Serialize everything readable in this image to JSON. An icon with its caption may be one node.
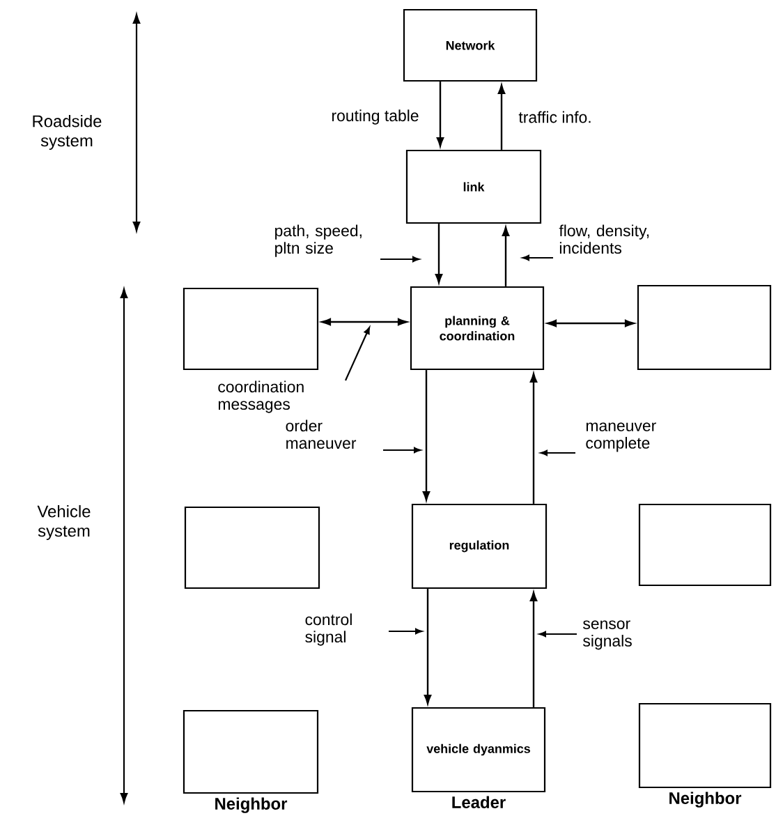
{
  "diagram": {
    "nodes": [
      {
        "text": [
          "Network"
        ]
      },
      {
        "text": [
          "link"
        ]
      },
      {
        "text": [],
        "shape": "box"
      },
      {
        "text": [
          "planning & coordination"
        ]
      },
      {
        "text": [],
        "shape": "box"
      },
      {
        "text": [],
        "shape": "box"
      },
      {
        "text": [
          "regulation"
        ]
      },
      {
        "text": [],
        "shape": "box"
      },
      {
        "text": [],
        "shape": "box",
        "beside": [
          "Neighbor"
        ]
      },
      {
        "text": [
          "vehicle dyanmics"
        ],
        "beside": [
          "Leader"
        ]
      },
      {
        "text": [],
        "shape": "box",
        "beside": [
          "Neighbor"
        ]
      }
    ],
    "edges": [
      {
        "from": 0,
        "to": 1,
        "arrow": "to",
        "label": "routing table"
      },
      {
        "from": 1,
        "to": 0,
        "arrow": "to",
        "label": "traffic info."
      },
      {
        "from": 1,
        "to": 3,
        "arrow": "to",
        "label": "path, speed, pltn size"
      },
      {
        "from": 3,
        "to": 1,
        "arrow": "to",
        "label": "flow, density, incidents"
      },
      {
        "from": 2,
        "to": 3,
        "arrow": "both",
        "label": "coordination messages"
      },
      {
        "from": 3,
        "to": 4,
        "arrow": "both"
      },
      {
        "from": 3,
        "to": 6,
        "arrow": "to",
        "label": "order maneuver"
      },
      {
        "from": 6,
        "to": 3,
        "arrow": "to",
        "label": "maneuver complete"
      },
      {
        "from": 6,
        "to": 9,
        "arrow": "to",
        "label": "control signal"
      },
      {
        "from": 9,
        "to": 6,
        "arrow": "to",
        "label": "sensor signals"
      }
    ],
    "labels": [
      "Roadside system",
      "Vehicle system"
    ]
  }
}
